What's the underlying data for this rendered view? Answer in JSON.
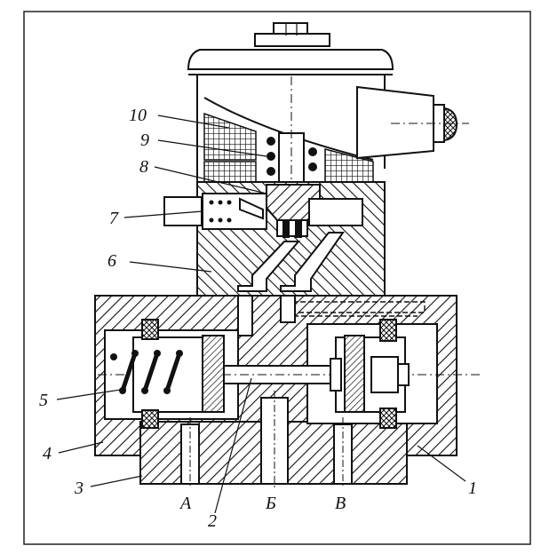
{
  "labels": {
    "p1": "1",
    "p2": "2",
    "p3": "3",
    "p4": "4",
    "p5": "5",
    "p6": "6",
    "p7": "7",
    "p8": "8",
    "p9": "9",
    "p10": "10"
  },
  "ports": {
    "a": "А",
    "b": "Б",
    "v": "В"
  },
  "colors": {
    "ink": "#111111",
    "paper": "#ffffff"
  }
}
